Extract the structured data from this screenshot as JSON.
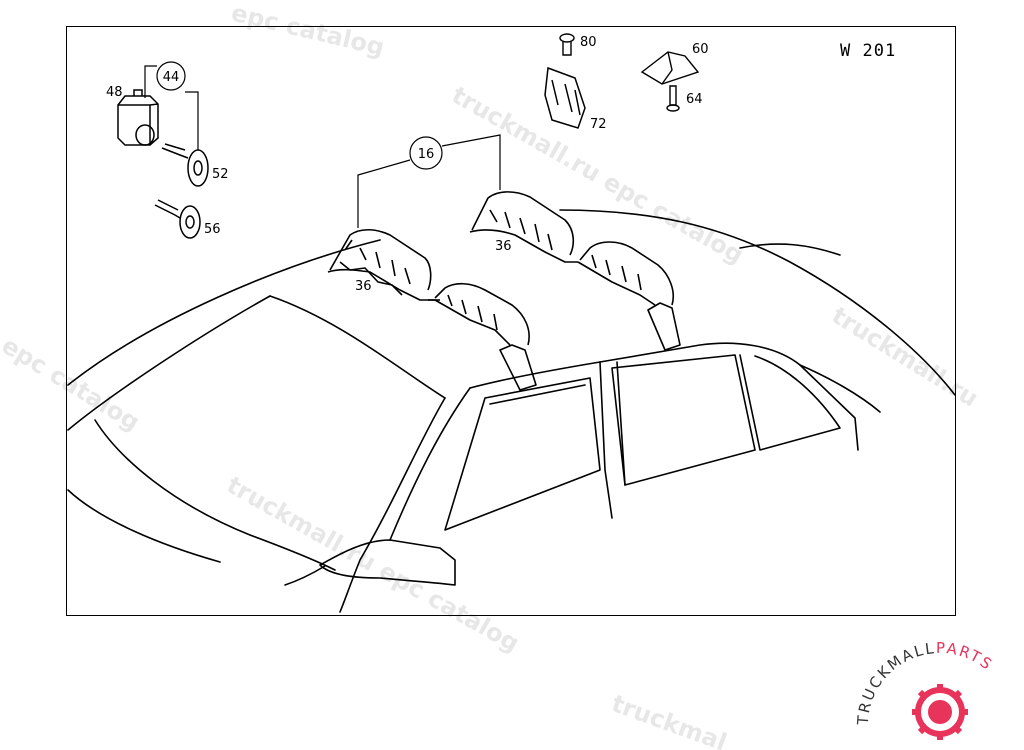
{
  "diagram": {
    "model": "W 201",
    "labels": {
      "p16": "16",
      "p36a": "36",
      "p36b": "36",
      "p44": "44",
      "p48": "48",
      "p52": "52",
      "p56": "56",
      "p60": "60",
      "p64": "64",
      "p72": "72",
      "p80": "80"
    }
  },
  "watermark": {
    "text_full": "truckmall.ru epc catalog",
    "text_site": "truckmall.ru",
    "text_epc": "epc catalog",
    "text_ru": "ru epc catalog"
  },
  "logo": {
    "brand_a": "TRUCKMALL",
    "brand_b": "PARTS",
    "color_a": "#333333",
    "color_b": "#e8335a"
  }
}
